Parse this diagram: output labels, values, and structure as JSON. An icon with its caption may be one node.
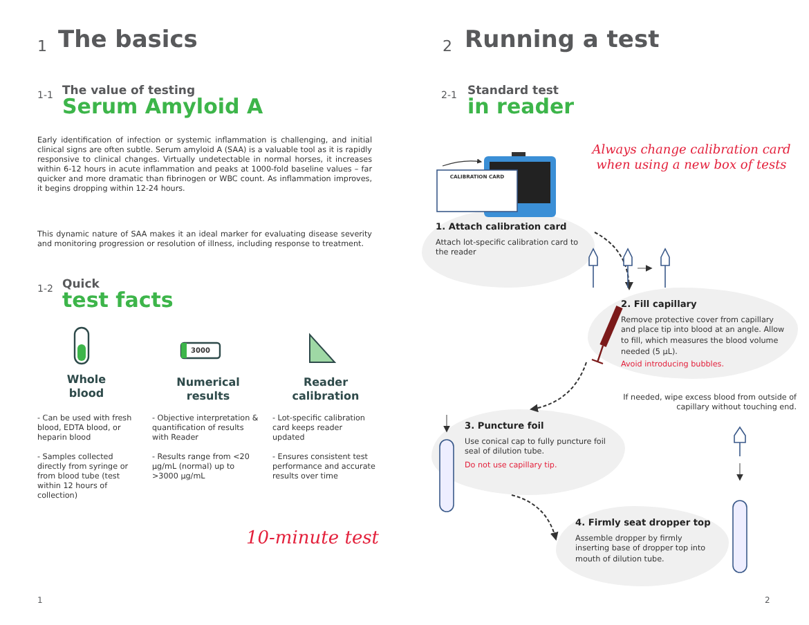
{
  "diagram": {
    "nodes": [
      {
        "text": [
          "1. Attach calibration card",
          "Attach lot-specific calibration card to the reader"
        ]
      },
      {
        "text": [
          "2. Fill capillary",
          "Remove protective cover from capillary and place tip into blood at an angle. Allow to fill, which measures the blood volume needed (5 µL).",
          "Avoid introducing bubbles."
        ]
      },
      {
        "text": [
          "3. Puncture foil",
          "Use conical cap to fully puncture foil seal of dilution tube.",
          "Do not use capillary tip."
        ]
      },
      {
        "text": [
          "4. Firmly seat dropper top",
          "Assemble dropper by firmly inserting base of dropper top into mouth of dilution tube."
        ]
      }
    ],
    "edges": [
      {
        "from": 0,
        "to": 1,
        "arrow": "to",
        "style": "dashed"
      },
      {
        "from": 1,
        "to": 2,
        "arrow": "to",
        "style": "dashed"
      },
      {
        "from": 2,
        "to": 3,
        "arrow": "to",
        "style": "dashed"
      }
    ],
    "labels": [
      "1",
      "The basics",
      "1-1",
      "The value of testing",
      "Serum Amyloid A",
      "Early identification of infection or systemic inflammation is challenging, and initial clinical signs are often subtle. Serum amyloid A (SAA) is a valuable tool as it is rapidly responsive to clinical changes. Virtually undetectable in normal horses, it increases within 6-12 hours in acute inflammation and peaks at 1000-fold baseline values – far quicker and more dramatic than fibrinogen or WBC count. As inflammation improves, it begins dropping within 12-24 hours.",
      "This dynamic nature of SAA makes it an ideal marker for evaluating disease severity and monitoring progression or resolution of illness, including response to treatment.",
      "1-2",
      "Quick",
      "test facts",
      "3000",
      "Whole blood",
      "Numerical results",
      "Reader calibration",
      "- Can be used with fresh blood, EDTA blood, or heparin blood",
      "- Samples collected directly from syringe or from blood tube (test within 12 hours of collection)",
      "- Objective interpretation & quantification of results with Reader",
      "- Results range from <20 µg/mL (normal) up to >3000 µg/mL",
      "- Lot-specific calibration card keeps reader updated",
      "- Ensures consistent test performance and accurate results over time",
      "10-minute test",
      "1",
      "2",
      "Running a test",
      "2-1",
      "Standard test",
      "in reader",
      "Always change calibration card when using a new box of tests",
      "CALIBRATION CARD",
      "If needed, wipe excess blood from outside of capillary without touching end.",
      "2"
    ]
  }
}
